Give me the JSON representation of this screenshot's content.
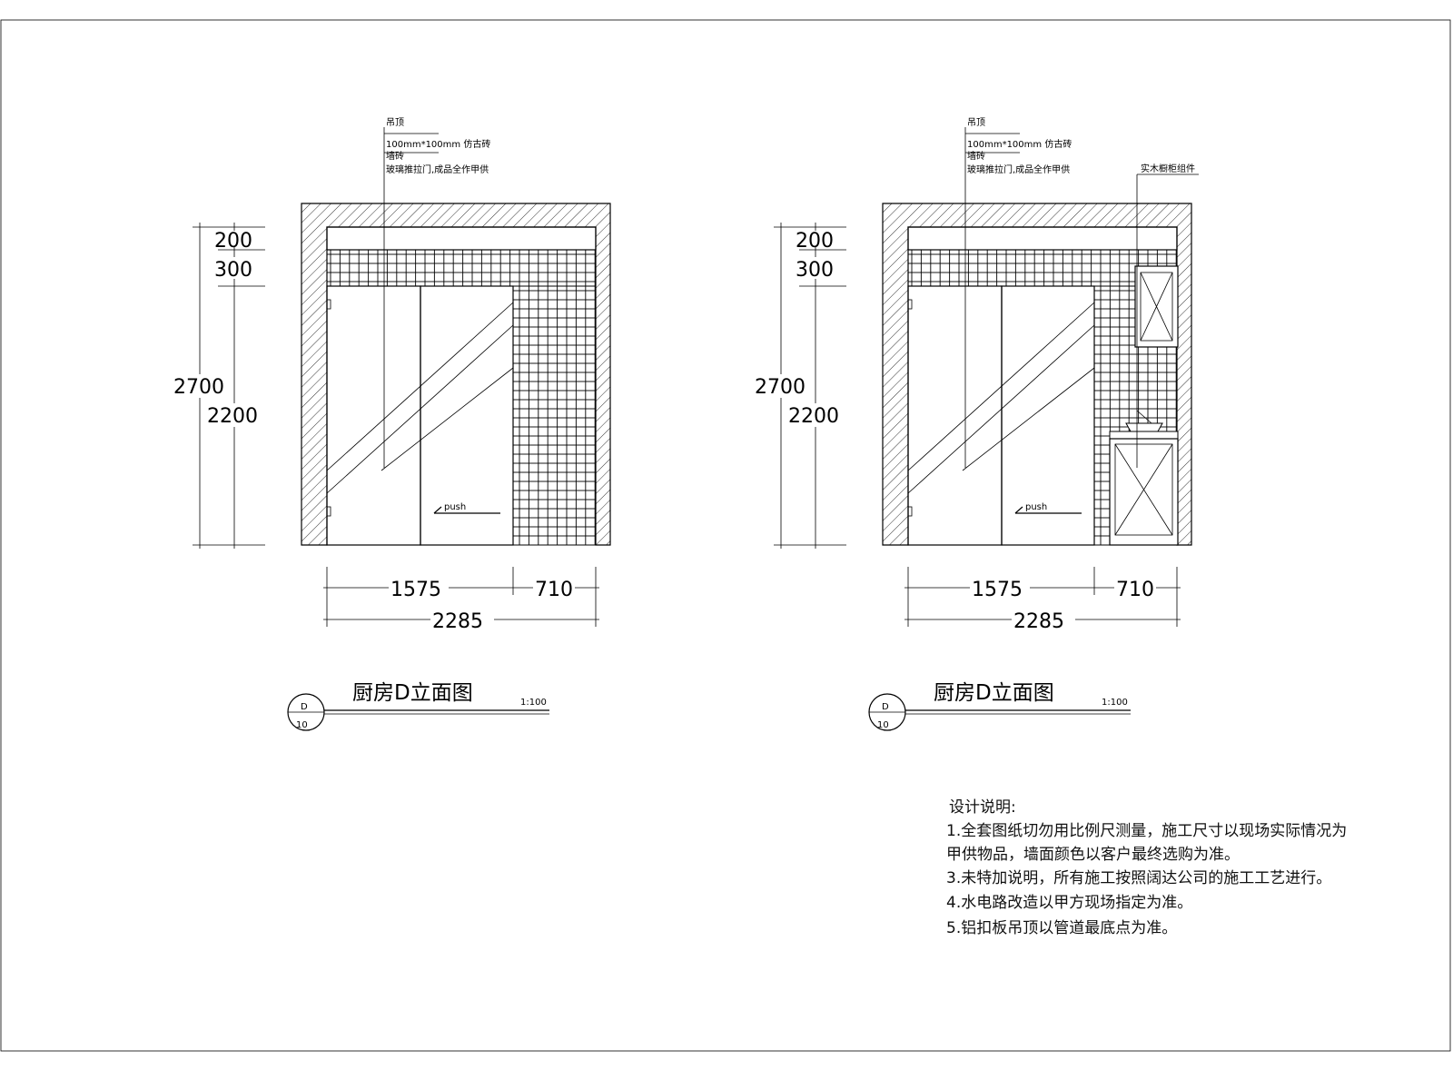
{
  "drawings": [
    {
      "labels": [
        "吊顶",
        "100mm*100mm 仿古砖",
        "墙砖",
        "玻璃推拉门,成品全作甲供"
      ],
      "dims_vertical": {
        "total": "2700",
        "top": "200",
        "second": "300",
        "door": "2200"
      },
      "dims_horizontal": {
        "left": "1575",
        "right": "710",
        "total": "2285"
      },
      "push": "push",
      "title": "厨房D立面图",
      "scale": "1:100",
      "tag_top": "D",
      "tag_bottom": "10"
    },
    {
      "labels": [
        "吊顶",
        "100mm*100mm 仿古砖",
        "墙砖",
        "玻璃推拉门,成品全作甲供"
      ],
      "cabinet_label": "实木橱柜组件",
      "dims_vertical": {
        "total": "2700",
        "top": "200",
        "second": "300",
        "door": "2200"
      },
      "dims_horizontal": {
        "left": "1575",
        "right": "710",
        "total": "2285"
      },
      "push": "push",
      "title": "厨房D立面图",
      "scale": "1:100",
      "tag_top": "D",
      "tag_bottom": "10"
    }
  ],
  "notes": {
    "heading": "设计说明:",
    "items": [
      "1.全套图纸切勿用比例尺测量，施工尺寸以现场实际情况为",
      "甲供物品，墙面颜色以客户最终选购为准。",
      "3.未特加说明，所有施工按照阔达公司的施工工艺进行。",
      "4.水电路改造以甲方现场指定为准。",
      "5.铝扣板吊顶以管道最底点为准。"
    ]
  }
}
